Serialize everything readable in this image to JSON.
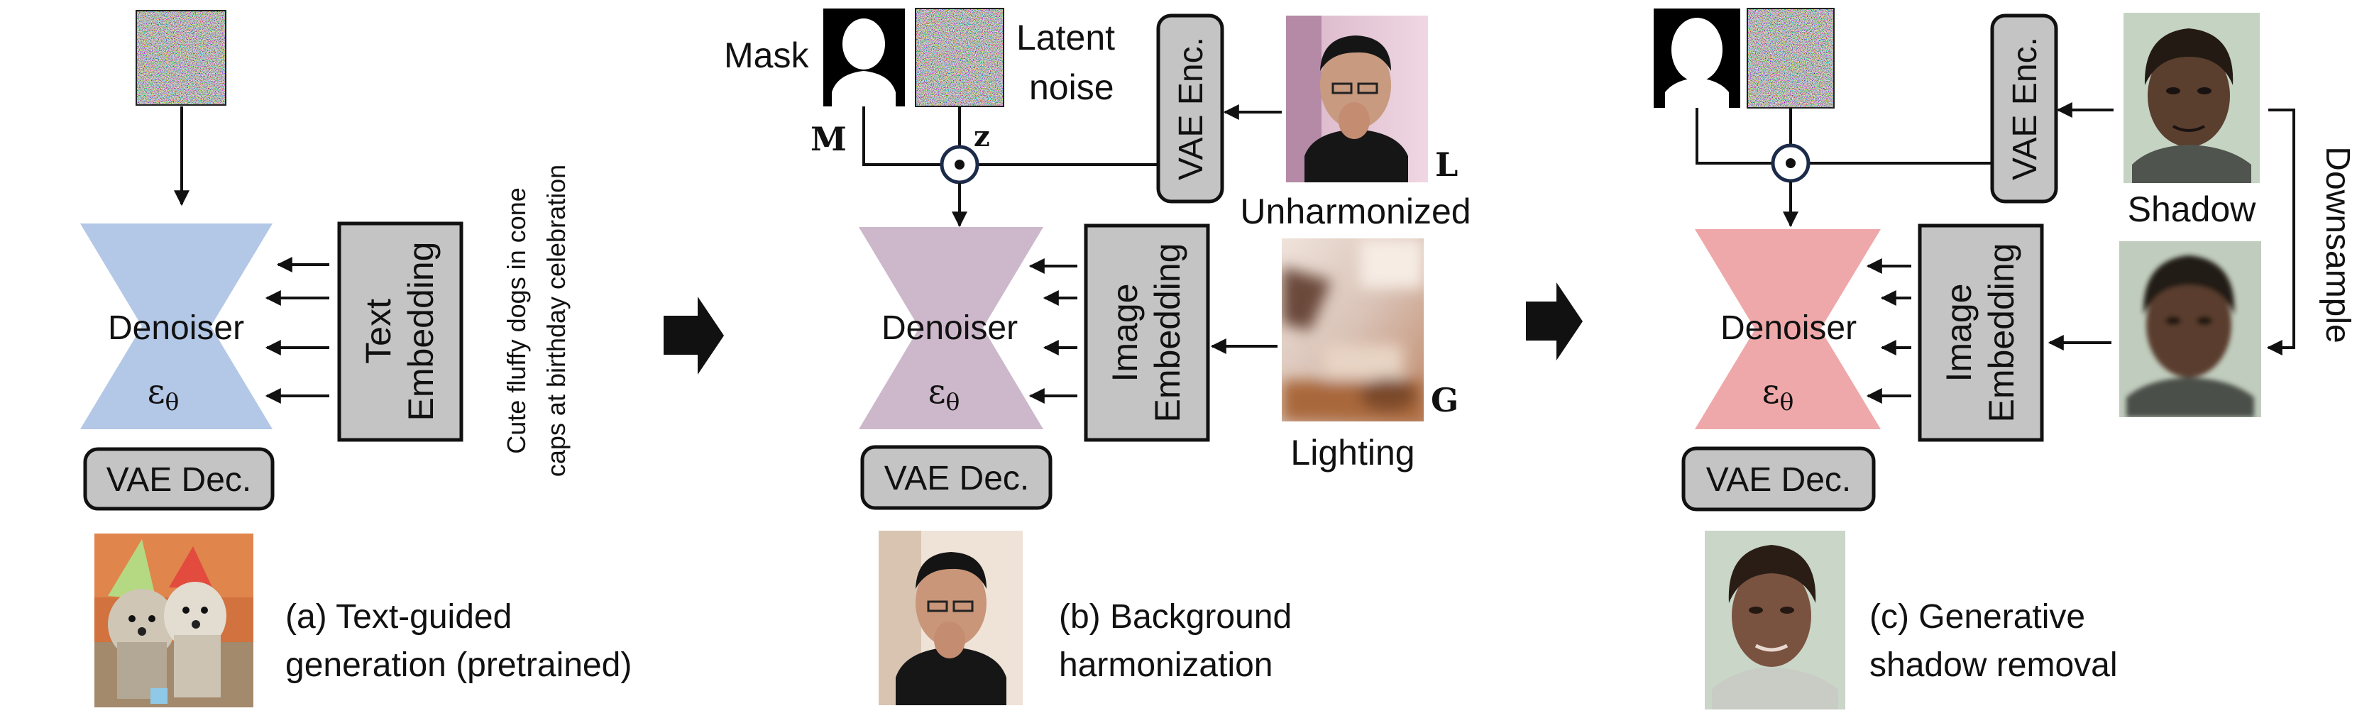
{
  "colors": {
    "denoiser_a": "#b3c7e6",
    "denoiser_b": "#cdb8cb",
    "denoiser_c": "#efa8a9",
    "module_fill": "#c4c4c4"
  },
  "panel_a": {
    "denoiser": "Denoiser",
    "eps": "ε",
    "theta": "θ",
    "embed_line1": "Text",
    "embed_line2": "Embedding",
    "prompt_line1": "Cute fluffy dogs in cone",
    "prompt_line2": "caps at birthday celebration",
    "vae_dec": "VAE Dec.",
    "caption_line1": "(a) Text-guided",
    "caption_line2": "generation (pretrained)",
    "noise_icon": "latent-noise-image",
    "output_icon": "dogs-in-party-hats-photo"
  },
  "panel_b": {
    "mask_label": "Mask",
    "noise_label_line1": "Latent",
    "noise_label_line2": "noise",
    "m_symbol": "M",
    "z_symbol": "z",
    "vae_enc": "VAE Enc.",
    "l_symbol": "L",
    "unharmonized": "Unharmonized",
    "denoiser": "Denoiser",
    "eps": "ε",
    "theta": "θ",
    "embed_line1": "Image",
    "embed_line2": "Embedding",
    "g_symbol": "G",
    "lighting": "Lighting",
    "vae_dec": "VAE Dec.",
    "caption_line1": "(b) Background",
    "caption_line2": "harmonization",
    "mask_icon": "person-silhouette-mask",
    "noise_icon": "latent-noise-image",
    "input_icon": "unharmonized-face-photo",
    "lighting_icon": "blurred-room-lighting-image",
    "output_icon": "harmonized-face-photo",
    "multiply_icon": "elementwise-product-circle"
  },
  "panel_c": {
    "vae_enc": "VAE Enc.",
    "shadow": "Shadow",
    "downsample": "Downsample",
    "denoiser": "Denoiser",
    "eps": "ε",
    "theta": "θ",
    "embed_line1": "Image",
    "embed_line2": "Embedding",
    "vae_dec": "VAE Dec.",
    "caption_line1": "(c) Generative",
    "caption_line2": "shadow removal",
    "mask_icon": "face-silhouette-mask",
    "noise_icon": "latent-noise-image",
    "input_icon": "shadowed-face-render",
    "downsampled_icon": "downsampled-face-render",
    "output_icon": "shadow-free-face-render",
    "multiply_icon": "elementwise-product-circle"
  },
  "transition_icons": [
    "right-arrow-icon",
    "right-arrow-icon"
  ]
}
